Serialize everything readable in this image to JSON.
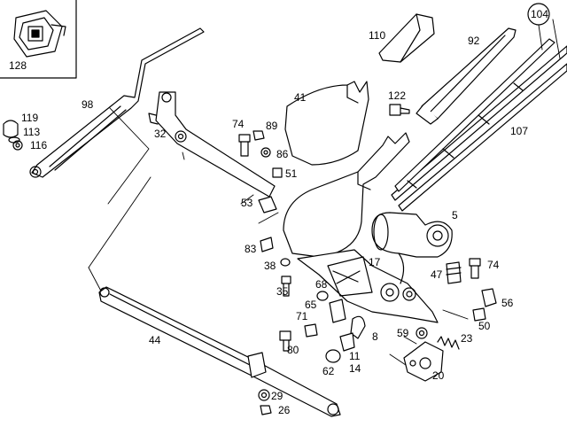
{
  "labels": {
    "l128": "128",
    "l98": "98",
    "l119": "119",
    "l113": "113",
    "l116": "116",
    "l32": "32",
    "l74a": "74",
    "l89": "89",
    "l86": "86",
    "l51": "51",
    "l53": "53",
    "l83": "83",
    "l38": "38",
    "l35": "35",
    "l41": "41",
    "l110": "110",
    "l122": "122",
    "l92": "92",
    "l104": "104",
    "l107": "107",
    "l5": "5",
    "l17": "17",
    "l47": "47",
    "l74b": "74",
    "l56": "56",
    "l50": "50",
    "l68": "68",
    "l65": "65",
    "l71": "71",
    "l80": "80",
    "l8": "8",
    "l59": "59",
    "l23": "23",
    "l11": "11",
    "l14": "14",
    "l62": "62",
    "l20": "20",
    "l44": "44",
    "l29": "29",
    "l26": "26"
  }
}
